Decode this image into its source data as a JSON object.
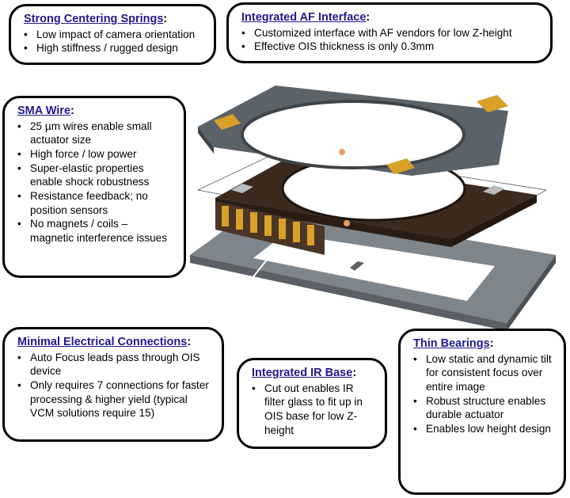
{
  "callouts": {
    "strong": {
      "title": "Strong Centering Springs",
      "bullets": [
        "Low impact of camera orientation",
        "High stiffness / rugged design"
      ]
    },
    "af": {
      "title": "Integrated AF Interface",
      "bullets": [
        "Customized interface with AF vendors for low Z-height",
        "Effective OIS thickness is only 0.3mm"
      ]
    },
    "sma": {
      "title": "SMA Wire",
      "bullets": [
        "25 µm wires enable small actuator size",
        "High force / low power",
        "Super-elastic properties enable shock robustness",
        "Resistance feedback; no position sensors",
        "No magnets / coils – magnetic interference issues"
      ]
    },
    "minimal": {
      "title": "Minimal Electrical Connections",
      "bullets": [
        "Auto Focus leads pass through OIS device",
        "Only requires 7 connections for faster processing & higher yield (typical VCM solutions require 15)"
      ]
    },
    "irbase": {
      "title": "Integrated IR Base",
      "bullets": [
        "Cut out enables IR filter glass to fit up in OIS base for low Z-height"
      ]
    },
    "bearings": {
      "title": "Thin Bearings",
      "bullets": [
        "Low static and dynamic tilt for consistent focus over entire image",
        "Robust structure enables durable actuator",
        "Enables low height design"
      ]
    }
  },
  "colors": {
    "title": "#1f1a8c",
    "pcb": "#3b2a1e",
    "gold": "#d9a02a",
    "steel": "#6f757b",
    "base": "#8a9096"
  }
}
